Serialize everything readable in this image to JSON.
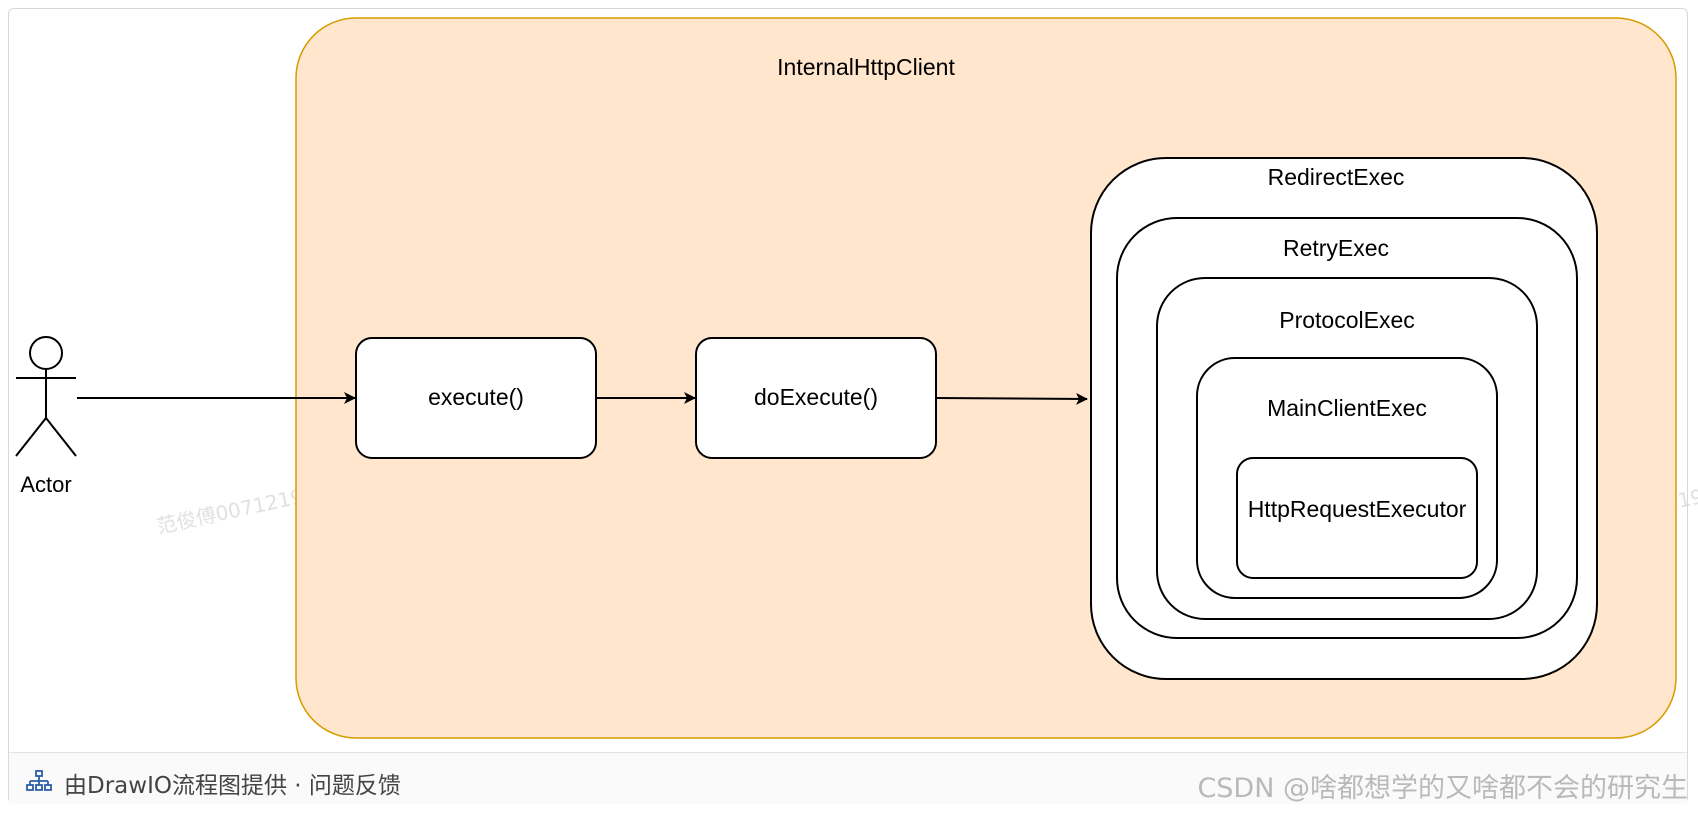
{
  "diagram": {
    "container_label": "InternalHttpClient",
    "actor_label": "Actor",
    "nodes": {
      "execute": "execute()",
      "do_execute": "doExecute()"
    },
    "exec_chain": {
      "redirect": "RedirectExec",
      "retry": "RetryExec",
      "protocol": "ProtocolExec",
      "main_client": "MainClientExec",
      "http_request_executor": "HttpRequestExecutor"
    },
    "colors": {
      "container_fill": "#ffe6cc",
      "container_stroke": "#d79b00",
      "node_stroke": "#000000"
    }
  },
  "footer": {
    "provider_text": "由DrawIO流程图提供 · 问题反馈",
    "icon": "sitemap-icon"
  },
  "watermarks": {
    "user": "范俊傅00712197",
    "site": "CSDN @啥都想学的又啥都不会的研究生"
  }
}
